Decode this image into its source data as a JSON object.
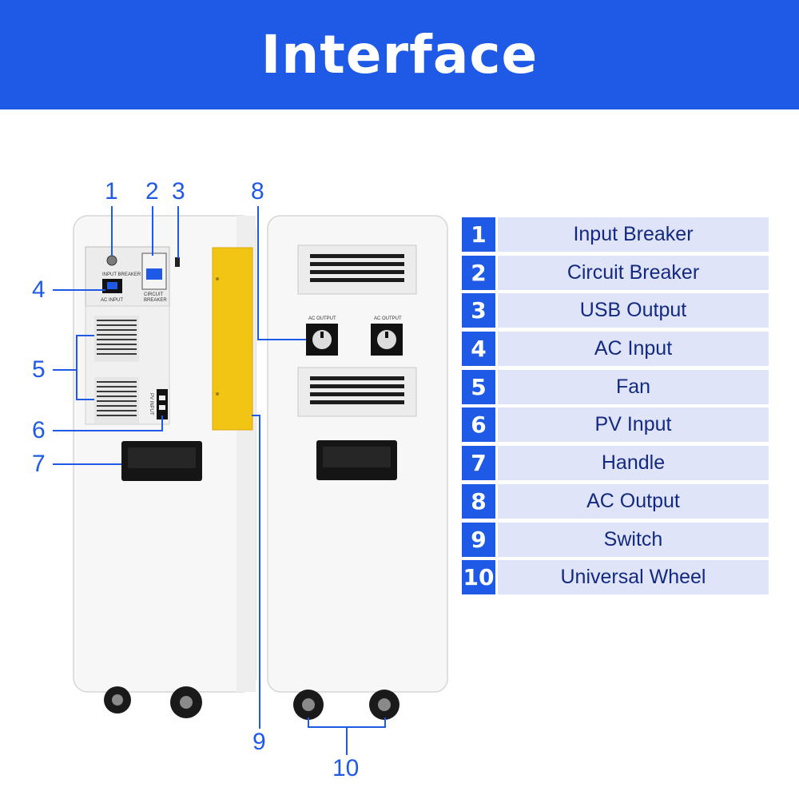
{
  "header": {
    "title": "Interface"
  },
  "panel_labels": {
    "input_breaker": "INPUT BREAKER",
    "ac_input": "AC INPUT",
    "circuit_breaker_line1": "CIRCUIT",
    "circuit_breaker_line2": "BREAKER",
    "pv_input": "PV INPUT",
    "ac_output_left": "AC OUTPUT",
    "ac_output_right": "AC OUTPUT"
  },
  "callouts": [
    "1",
    "2",
    "3",
    "4",
    "5",
    "6",
    "7",
    "8",
    "9",
    "10"
  ],
  "legend": [
    {
      "num": "1",
      "label": "Input Breaker"
    },
    {
      "num": "2",
      "label": "Circuit Breaker"
    },
    {
      "num": "3",
      "label": "USB Output"
    },
    {
      "num": "4",
      "label": "AC Input"
    },
    {
      "num": "5",
      "label": "Fan"
    },
    {
      "num": "6",
      "label": "PV Input"
    },
    {
      "num": "7",
      "label": "Handle"
    },
    {
      "num": "8",
      "label": "AC Output"
    },
    {
      "num": "9",
      "label": "Switch"
    },
    {
      "num": "10",
      "label": "Universal Wheel"
    }
  ],
  "colors": {
    "accent": "#1f5ae6",
    "legend_bg": "#dfe4f9",
    "yellow_panel": "#f2c414"
  }
}
